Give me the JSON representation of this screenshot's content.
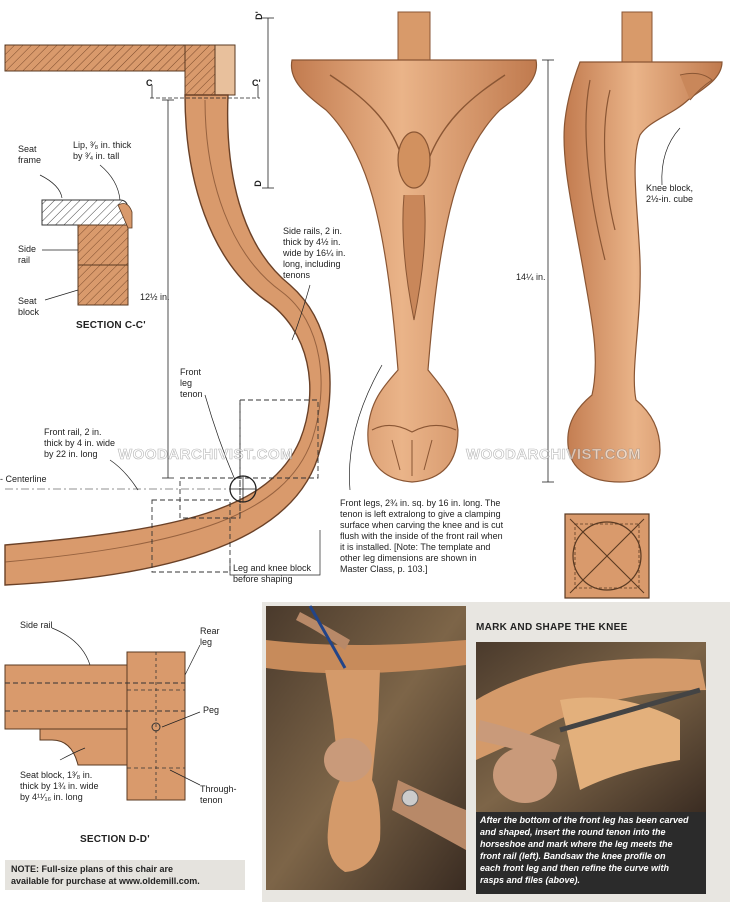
{
  "labels": {
    "d_top": "D'",
    "d_bottom": "D",
    "c_left": "C",
    "c_right": "C'",
    "seat_frame": "Seat\nframe",
    "lip": "Lip, ³⁄₈ in. thick\nby ³⁄₄ in. tall",
    "side_rail_small": "Side\nrail",
    "seat_block_small": "Seat\nblock",
    "section_cc": "SECTION C-C'",
    "height_12": "12½ in.",
    "side_rails": "Side rails, 2 in.\nthick by 4½ in.\nwide by 16¼ in.\nlong, including\ntenons",
    "front_tenon": "Front\nleg\ntenon",
    "front_rail": "Front rail, 2 in.\nthick by 4 in. wide\nby 22 in. long",
    "centerline": "Centerline",
    "leg_knee": "Leg and knee block\nbefore shaping",
    "height_14": "14¼ in.",
    "knee_block": "Knee block,\n2½-in. cube",
    "front_legs": "Front legs, 2¾ in. sq. by 16 in. long. The\ntenon is left extralong to give a clamping\nsurface when carving the knee and is cut\nflush with the inside of the front rail when\nit is installed. [Note: The template and\nother leg dimensions are shown in\nMaster Class, p. 103.]",
    "side_rail_dd": "Side rail",
    "rear_leg": "Rear\nleg",
    "peg": "Peg",
    "through_tenon": "Through-\ntenon",
    "seat_block_dd": "Seat block, 1³⁄₈ in.\nthick by 1¾ in. wide\nby 4¹¹⁄₁₆ in. long",
    "section_dd": "SECTION D-D'"
  },
  "watermark": {
    "left": "WOODARCHIVIST.COM",
    "right": "WOODARCHIVIST.COM"
  },
  "photo_panel": {
    "heading": "MARK AND SHAPE THE KNEE",
    "caption": "After the bottom of the front leg has been carved\nand shaped, insert the round tenon into the\nhorseshoe and mark where the leg meets the\nfront rail (left). Bandsaw the knee profile on\neach front leg and then refine the curve with\nrasps and files (above)."
  },
  "note": "NOTE: Full-size plans of this chair are\navailable for purchase at www.oldemill.com.",
  "colors": {
    "wood": "#d99a6c",
    "wood_dark": "#b8734a",
    "wood_light": "#ebb98f",
    "panel": "#e8e6e1",
    "caption_bg": "#2b2b2b"
  }
}
